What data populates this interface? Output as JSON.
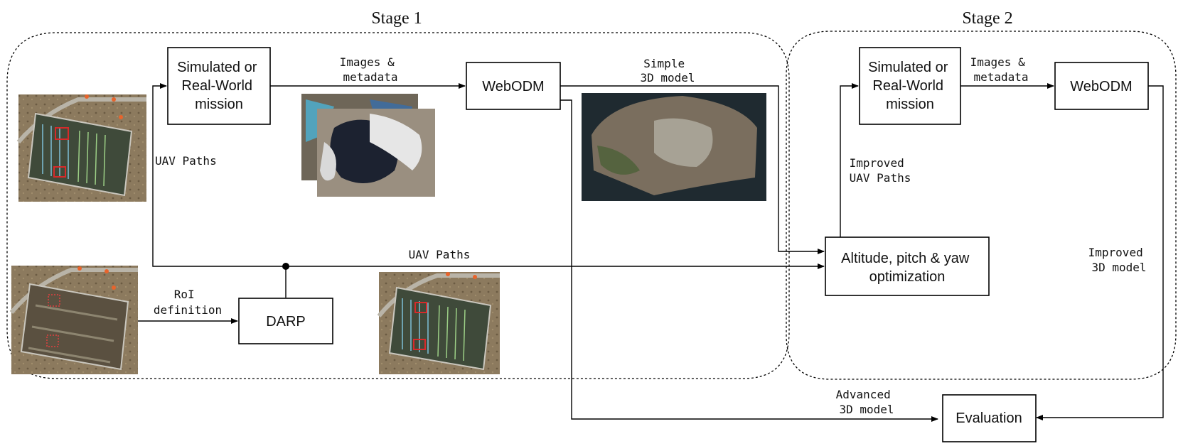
{
  "stages": {
    "stage1": "Stage 1",
    "stage2": "Stage 2"
  },
  "nodes": {
    "mission1": [
      "Simulated or",
      "Real-World",
      "mission"
    ],
    "webodm1": [
      "WebODM"
    ],
    "darp": [
      "DARP"
    ],
    "optimization": [
      "Altitude, pitch & yaw",
      "optimization"
    ],
    "mission2": [
      "Simulated or",
      "Real-World",
      "mission"
    ],
    "webodm2": [
      "WebODM"
    ],
    "evaluation": [
      "Evaluation"
    ]
  },
  "edge_labels": {
    "images_metadata_1": [
      "Images &",
      "metadata"
    ],
    "simple_model": [
      "Simple",
      "3D model"
    ],
    "uav_paths_left": [
      "UAV Paths"
    ],
    "uav_paths_mid": [
      "UAV Paths"
    ],
    "roi_definition": [
      "RoI",
      "definition"
    ],
    "improved_paths": [
      "Improved",
      "UAV Paths"
    ],
    "images_metadata_2": [
      "Images &",
      "metadata"
    ],
    "improved_model": [
      "Improved",
      "3D model"
    ],
    "advanced_model": [
      "Advanced",
      "3D model"
    ]
  },
  "images": {
    "aerial_paths_top": "aerial-map-with-uav-paths",
    "aerial_roi": "aerial-map-with-roi",
    "aerial_paths_bottom": "aerial-map-with-darp-paths",
    "image_stack": "uav-image-stack",
    "model_3d": "simple-3d-model-render"
  },
  "colors": {
    "line": "#000000",
    "ground": "#8c7a5e",
    "model_bg": "#1f2a30"
  }
}
